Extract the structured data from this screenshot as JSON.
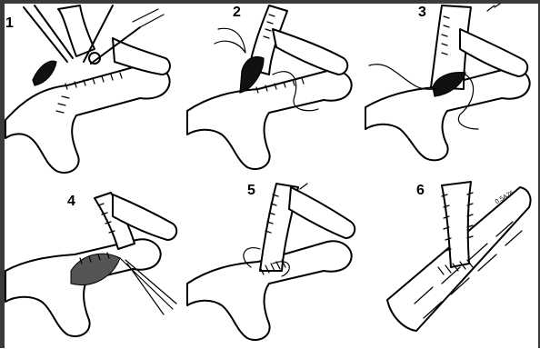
{
  "steps": [
    {
      "label": "1",
      "icon": "artery-incision-scissors"
    },
    {
      "label": "2",
      "icon": "artery-anastomosis-suture"
    },
    {
      "label": "3",
      "icon": "artery-anastomosis-tied"
    },
    {
      "label": "4",
      "icon": "artery-opened-thread"
    },
    {
      "label": "5",
      "icon": "artery-anastomosis-sutured"
    },
    {
      "label": "6",
      "icon": "artery-final-anastomosis"
    }
  ],
  "colors": {
    "ink": "#000000",
    "background": "#ffffff",
    "frame": "#3a3a3a"
  },
  "vessel_text": "0.5A76"
}
